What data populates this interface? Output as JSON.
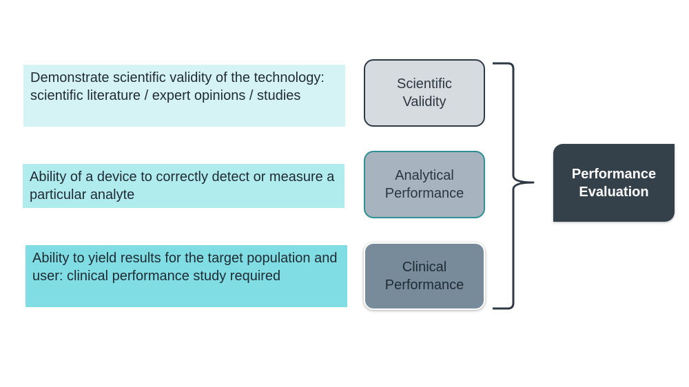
{
  "descriptions": [
    "Demonstrate scientific validity of the technology: scientific literature / expert opinions / studies",
    "Ability of a device to correctly detect or measure a particular analyte",
    "Ability to yield results for the target population and user: clinical performance study required"
  ],
  "components": [
    {
      "line1": "Scientific",
      "line2": "Validity"
    },
    {
      "line1": "Analytical",
      "line2": "Performance"
    },
    {
      "line1": "Clinical",
      "line2": "Performance"
    }
  ],
  "result": {
    "line1": "Performance",
    "line2": "Evaluation"
  }
}
